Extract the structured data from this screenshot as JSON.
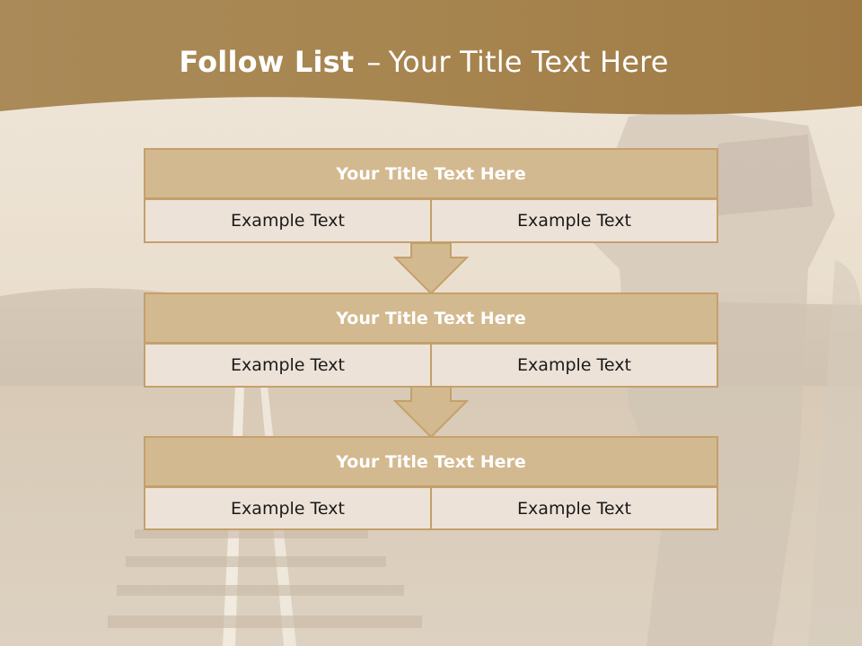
{
  "slide": {
    "title_main": "Follow List",
    "title_separator": "–",
    "title_sub": "Your Title Text Here"
  },
  "blocks": [
    {
      "title": "Your Title Text Here",
      "left_text": "Example Text",
      "right_text": "Example Text"
    },
    {
      "title": "Your Title Text Here",
      "left_text": "Example Text",
      "right_text": "Example Text"
    },
    {
      "title": "Your Title Text Here",
      "left_text": "Example Text",
      "right_text": "Example Text"
    }
  ],
  "colors": {
    "header_band": "#a98752",
    "block_title_fill": "#d3b98f",
    "block_border": "#c4a06b",
    "cell_fill": "#ede2d8",
    "arrow_fill": "#d3b98f"
  },
  "icons": [
    "down-arrow-icon"
  ]
}
